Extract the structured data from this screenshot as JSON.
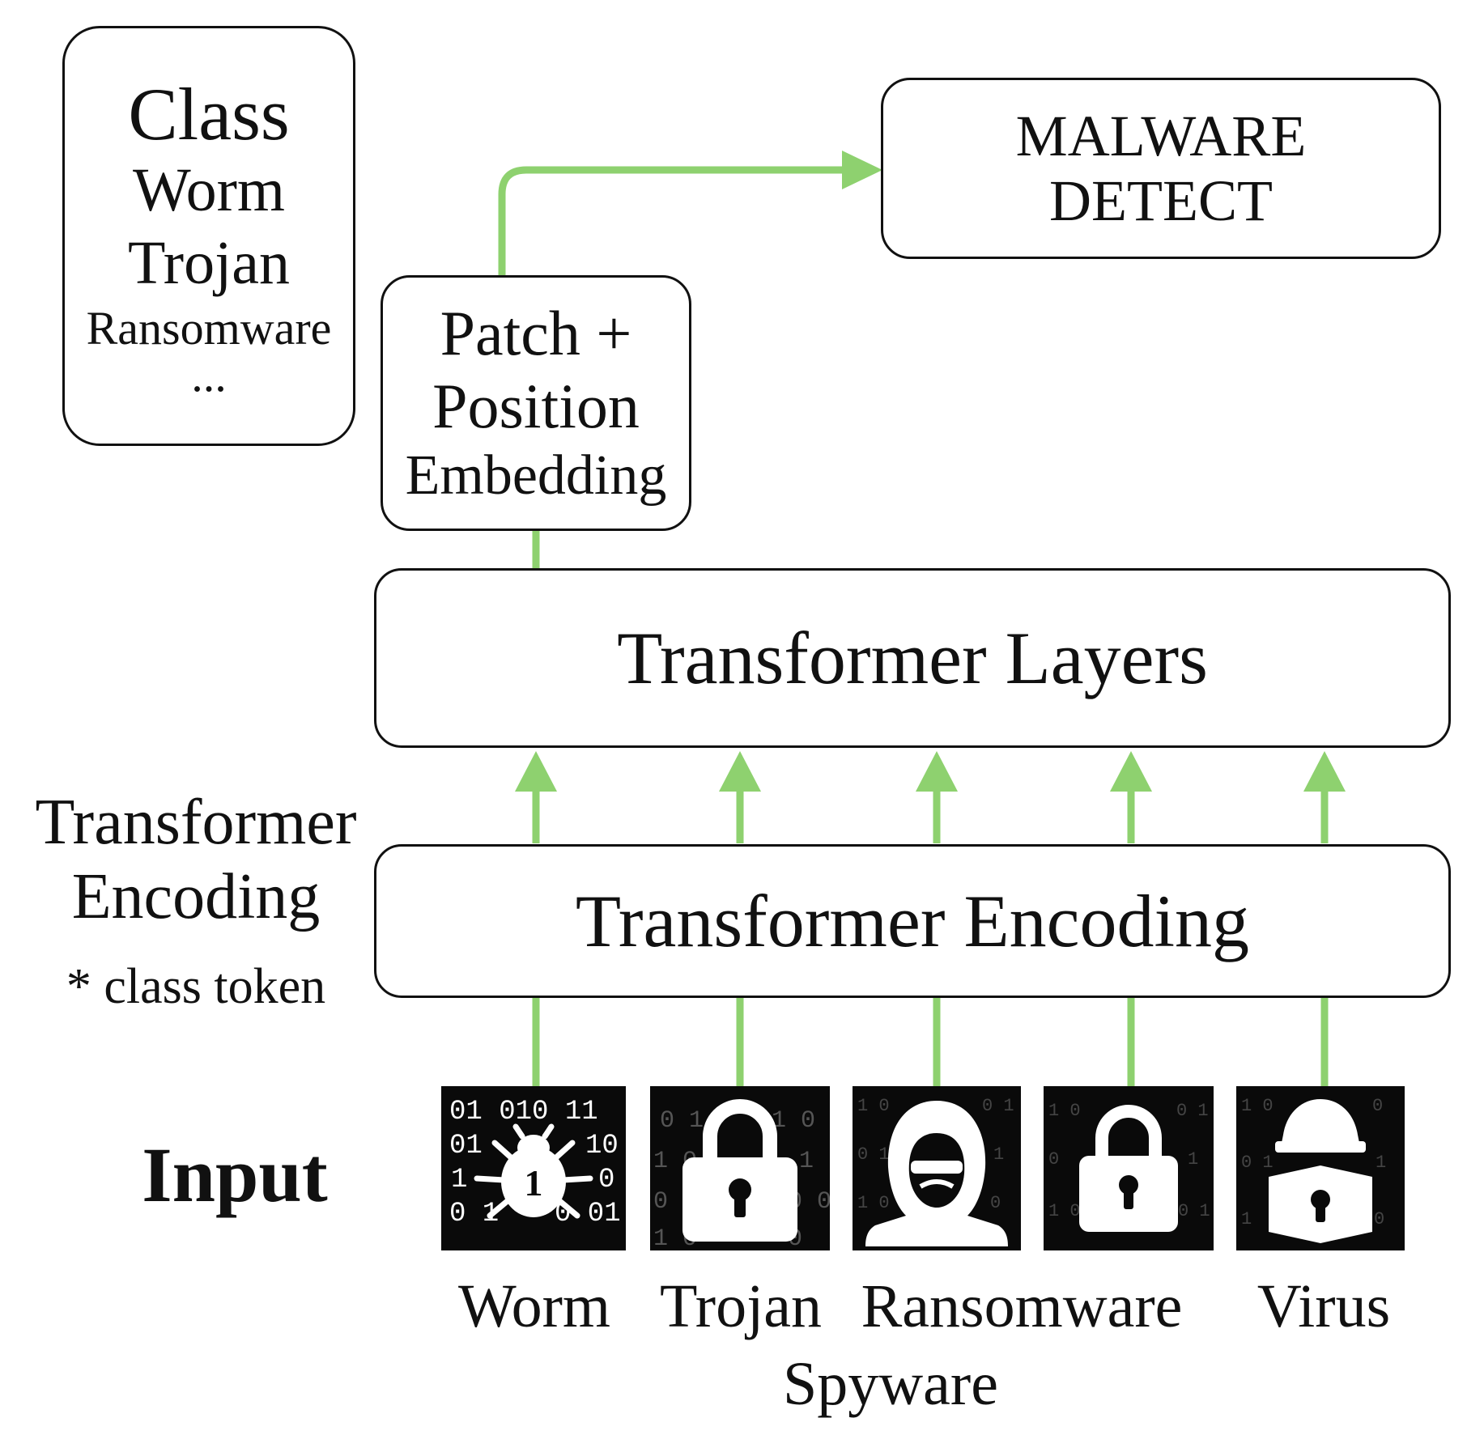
{
  "class_box": {
    "heading": "Class",
    "items": [
      "Worm",
      "Trojan",
      "Ransomware",
      "..."
    ]
  },
  "malware_detect": {
    "line1": "MALWARE",
    "line2": "DETECT"
  },
  "embedding_box": {
    "line1": "Patch +",
    "line2": "Position",
    "line3": "Embedding"
  },
  "transformer_layers": {
    "label": "Transformer Layers"
  },
  "transformer_encoding": {
    "label": "Transformer Encoding"
  },
  "left_labels": {
    "encoding_line1": "Transformer",
    "encoding_line2": "Encoding",
    "class_token": "* class token",
    "input": "Input"
  },
  "input_labels": {
    "worm": "Worm",
    "trojan": "Trojan",
    "ransomware": "Ransomware",
    "spyware": "Spyware",
    "virus": "Virus"
  },
  "worm_tile_text": {
    "row1": "01 010 11",
    "row2a": "01",
    "row2b": "10",
    "row3a": "1",
    "row3b": "0",
    "row4a": "0 1",
    "row4b": "0 01",
    "bug_number": "1"
  },
  "colors": {
    "arrow_green": "#8ed16f",
    "box_border": "#111111",
    "tile_bg": "#0a0a0a"
  }
}
